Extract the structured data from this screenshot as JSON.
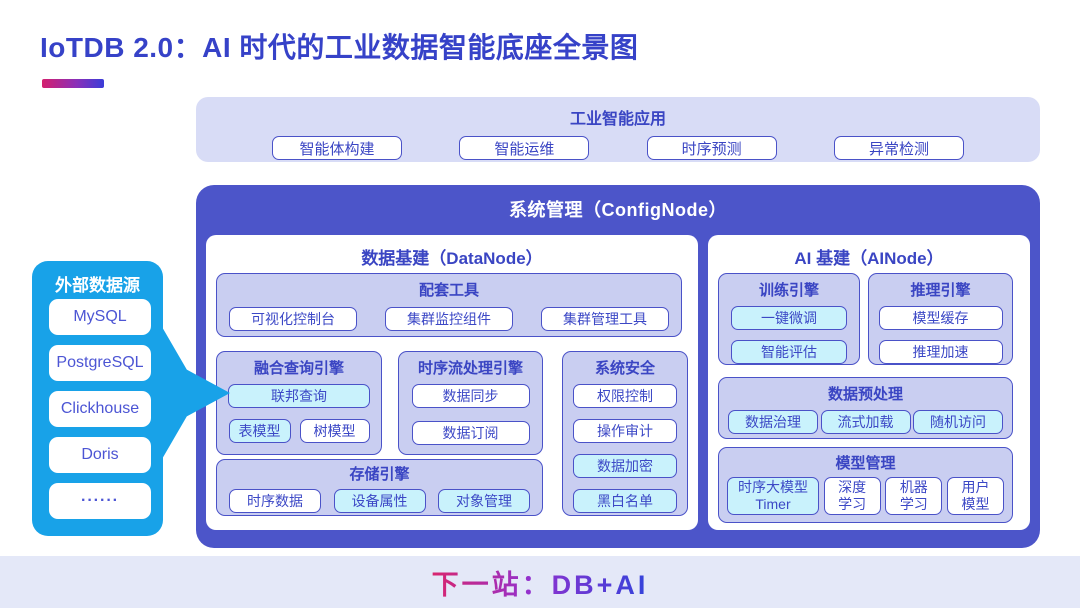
{
  "header": {
    "title": "IoTDB 2.0：AI 时代的工业数据智能底座全景图"
  },
  "applications": {
    "title": "工业智能应用",
    "items": [
      "智能体构建",
      "智能运维",
      "时序预测",
      "异常检测"
    ]
  },
  "external_sources": {
    "title": "外部数据源",
    "items": [
      "MySQL",
      "PostgreSQL",
      "Clickhouse",
      "Doris",
      "······"
    ]
  },
  "system": {
    "title": "系统管理（ConfigNode）",
    "datanode": {
      "title": "数据基建（DataNode）",
      "tools": {
        "title": "配套工具",
        "items": [
          "可视化控制台",
          "集群监控组件",
          "集群管理工具"
        ]
      },
      "fusion": {
        "title": "融合查询引擎",
        "featured": "联邦查询",
        "items": [
          "表模型",
          "树模型"
        ]
      },
      "stream": {
        "title": "时序流处理引擎",
        "items": [
          "数据同步",
          "数据订阅"
        ]
      },
      "security": {
        "title": "系统安全",
        "items": [
          "权限控制",
          "操作审计",
          "数据加密",
          "黑白名单"
        ]
      },
      "storage": {
        "title": "存储引擎",
        "items": [
          "时序数据",
          "设备属性",
          "对象管理"
        ]
      }
    },
    "ainode": {
      "title": "AI 基建（AINode）",
      "train": {
        "title": "训练引擎",
        "items": [
          "一键微调",
          "智能评估"
        ]
      },
      "inference": {
        "title": "推理引擎",
        "items": [
          "模型缓存",
          "推理加速"
        ]
      },
      "preprocess": {
        "title": "数据预处理",
        "items": [
          "数据治理",
          "流式加载",
          "随机访问"
        ]
      },
      "models": {
        "title": "模型管理",
        "items": [
          "时序大模型\nTimer",
          "深度\n学习",
          "机器\n学习",
          "用户\n模型"
        ]
      }
    }
  },
  "footer": {
    "text": "下一站：DB+AI"
  },
  "colors": {
    "title_blue": "#3642c8",
    "panel_blue": "#4c55c9",
    "lavender": "#c9cef1",
    "cyan_highlight": "#c9f2fc",
    "source_azure": "#18a2e8",
    "gradient_pink": "#d9256e",
    "gradient_blue": "#3443db"
  }
}
